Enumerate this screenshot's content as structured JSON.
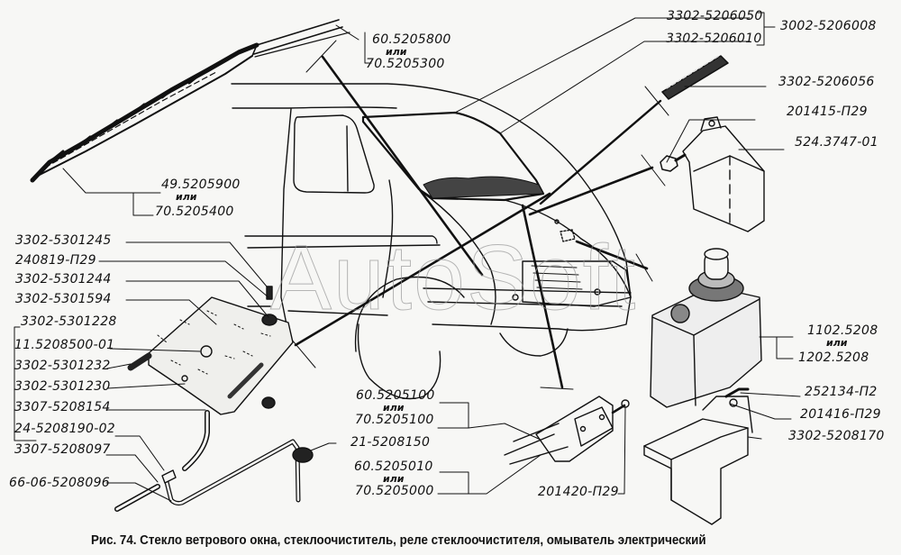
{
  "figure": {
    "caption": "Рис. 74. Стекло ветрового окна, стеклоочиститель, реле стеклоочистителя, омыватель электрический",
    "watermark": "AutoSoft"
  },
  "labels": {
    "or_word": "или",
    "wiper_blade": {
      "primary": "49.5205900",
      "alternative": "70.5205400"
    },
    "wiper_arm": {
      "primary": "60.5205800",
      "alternative": "70.5205300"
    },
    "windshield_group": {
      "assembly": "3002-5206008",
      "parts": [
        "3302-5206050",
        "3302-5206010"
      ]
    },
    "seal_strip": "3302-5206056",
    "relay_bolt": "201415-П29",
    "wiper_relay": "524.3747-01",
    "washer_reservoir": {
      "primary": "1102.5208",
      "alternative": "1202.5208"
    },
    "washer_nut": "252134-П2",
    "washer_bolt": "201416-П29",
    "washer_bracket": "3302-5208170",
    "wiper_motor": {
      "primary": "60.5205100",
      "alternative": "70.5205100"
    },
    "hose_clip": "21-5208150",
    "wiper_linkage": {
      "primary": "60.5205010",
      "alternative": "70.5205000"
    },
    "linkage_bolt": "201420-П29",
    "left_column": [
      "3302-5301245",
      "240819-П29",
      "3302-5301244",
      "3302-5301594",
      "3302-5301228",
      "11.5208500-01",
      "3302-5301232",
      "3302-5301230",
      "3307-5208154",
      "24-5208190-02",
      "3307-5208097",
      "66-06-5208096"
    ]
  }
}
